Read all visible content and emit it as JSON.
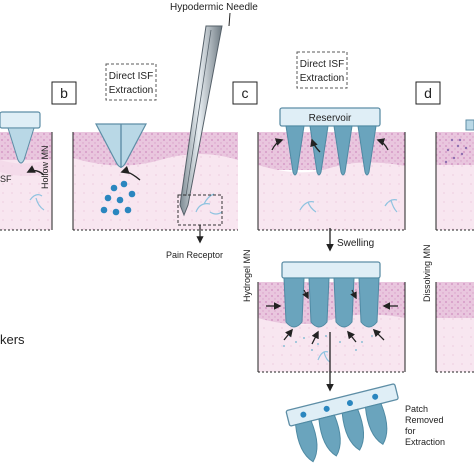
{
  "labels": {
    "needle": "Hypodermic Needle",
    "b": "b",
    "c": "c",
    "d": "d",
    "isf_b": [
      "Direct ISF",
      "Extraction"
    ],
    "isf_c": [
      "Direct ISF",
      "Extraction"
    ],
    "reservoir_top": "Reservoir",
    "hollow": "Hollow MN",
    "hydrogel": "Hydrogel MN",
    "dissolving": "Dissolving MN",
    "pain": "Pain Receptor",
    "swelling": "Swelling",
    "patch": [
      "Patch",
      "Removed",
      "for",
      "Extraction"
    ],
    "kers": "kers",
    "sf": "SF"
  },
  "colors": {
    "epidermis": "#e9c6de",
    "epidermis_dots": "#cf8dbf",
    "dermis": "#f8e6f0",
    "nerve": "#8fc3e0",
    "mn": "#6aa4bd",
    "mn_light": "#b9d8e6",
    "reservoir": "#dfeef6",
    "isf_dot": "#2a86bf",
    "arrow": "#222222"
  }
}
